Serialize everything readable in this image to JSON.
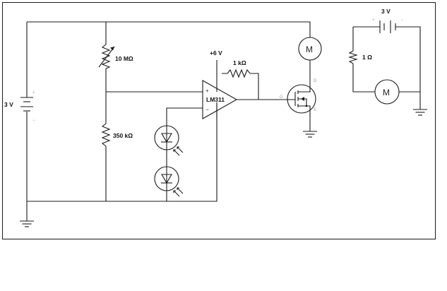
{
  "main_circuit": {
    "battery_voltage": "3 V",
    "pot_value": "10 MΩ",
    "lower_resistor_value": "350 kΩ",
    "supply_voltage": "+6 V",
    "feedback_resistor_value": "1 kΩ",
    "opamp_name": "LM311",
    "opamp_plus": "+",
    "opamp_minus": "−",
    "motor_symbol": "M",
    "mosfet_gate": "G",
    "mosfet_drain": "D",
    "mosfet_source": "S",
    "battery_plus": "+",
    "battery_minus": "−"
  },
  "side_circuit": {
    "battery_voltage": "3 V",
    "battery_plus": "+",
    "battery_minus": "−",
    "resistor_value": "1 Ω",
    "motor_symbol": "M"
  }
}
